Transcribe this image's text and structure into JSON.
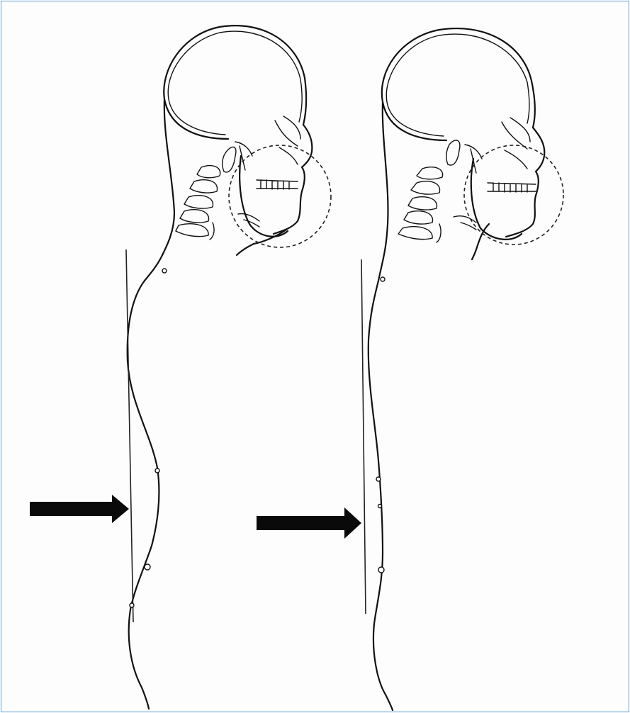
{
  "figure": {
    "panels": [
      {
        "id": "left",
        "description_name": "forward-head-posture-figure"
      },
      {
        "id": "right",
        "description_name": "corrected-posture-figure"
      }
    ],
    "colors": {
      "frame": "#5b9bd5",
      "ink": "#111111",
      "arrow": "#0a0a0a"
    }
  }
}
